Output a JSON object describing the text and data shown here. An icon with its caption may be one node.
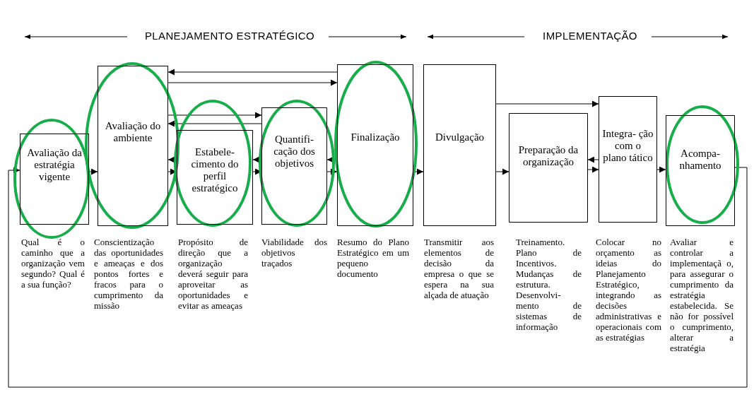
{
  "diagram": {
    "nodes": [
      {
        "text": [
          "Avaliação da estratégia vigente"
        ],
        "beside": [
          "Qual é o caminho que a organização vem segundo? Qual é a sua função?"
        ]
      },
      {
        "text": [
          "Avaliação do ambiente"
        ],
        "beside": [
          "Conscientização das oportunidades e ameaças e dos pontos fortes e fracos para o cumprimento da missão"
        ]
      },
      {
        "text": [
          "Estabele- cimento do perfil estratégico"
        ],
        "beside": [
          "Propósito de direção que a organização deverá seguir para aproveitar as oportunidades e evitar as ameaças"
        ]
      },
      {
        "text": [
          "Quantifi- cação dos objetivos"
        ],
        "beside": [
          "Viabilidade dos objetivos traçados"
        ]
      },
      {
        "text": [
          "Finalização"
        ],
        "beside": [
          "Resumo do Plano Estratégico em um pequeno documento"
        ]
      },
      {
        "text": [
          "Divulgação"
        ],
        "beside": [
          "Transmitir aos elementos de decisão da empresa o que se espera na sua alçada de atuação"
        ]
      },
      {
        "text": [
          "Preparação da organização"
        ],
        "beside": [
          "Treinamento. Plano de Incentivos. Mudanças de estrutura. Desenvolvi- mento de sistemas de informação"
        ]
      },
      {
        "text": [
          "Integra- ção com o plano tático"
        ],
        "beside": [
          "Colocar no orçamento as ideias do Planejamento Estratégico, integrando as decisões administrativas e operacionais com as estratégias"
        ]
      },
      {
        "text": [
          "Acompa- nhamento"
        ],
        "beside": [
          "Avaliar e controlar a implementaçã o, para assegurar o cumprimento da estratégia estabelecida. Se não for possível o cumprimento, alterar a estratégia"
        ]
      }
    ],
    "edges": [
      {
        "from": 8,
        "to": 0,
        "arrow": "to"
      },
      {
        "from": 0,
        "to": 1,
        "arrow": "to"
      },
      {
        "from": 1,
        "to": 2,
        "arrow": "to"
      },
      {
        "from": 2,
        "to": 1,
        "arrow": "to"
      },
      {
        "from": 1,
        "to": 3,
        "arrow": "to"
      },
      {
        "from": 3,
        "to": 1,
        "arrow": "to"
      },
      {
        "from": 1,
        "to": 4,
        "arrow": "to"
      },
      {
        "from": 4,
        "to": 1,
        "arrow": "to"
      },
      {
        "from": 2,
        "to": 3,
        "arrow": "to"
      },
      {
        "from": 3,
        "to": 2,
        "arrow": "to"
      },
      {
        "from": 3,
        "to": 4,
        "arrow": "to"
      },
      {
        "from": 4,
        "to": 3,
        "arrow": "to"
      },
      {
        "from": 4,
        "to": 5,
        "arrow": "to"
      },
      {
        "from": 5,
        "to": 6,
        "arrow": "to"
      },
      {
        "from": 6,
        "to": 7,
        "arrow": "to"
      },
      {
        "from": 7,
        "to": 6,
        "arrow": "to"
      },
      {
        "from": 7,
        "to": 8,
        "arrow": "to"
      },
      {
        "from": 5,
        "to": 7,
        "arrow": "to"
      }
    ],
    "labels": [
      "PLANEJAMENTO ESTRATÉGICO",
      "IMPLEMENTAÇÃO"
    ]
  }
}
